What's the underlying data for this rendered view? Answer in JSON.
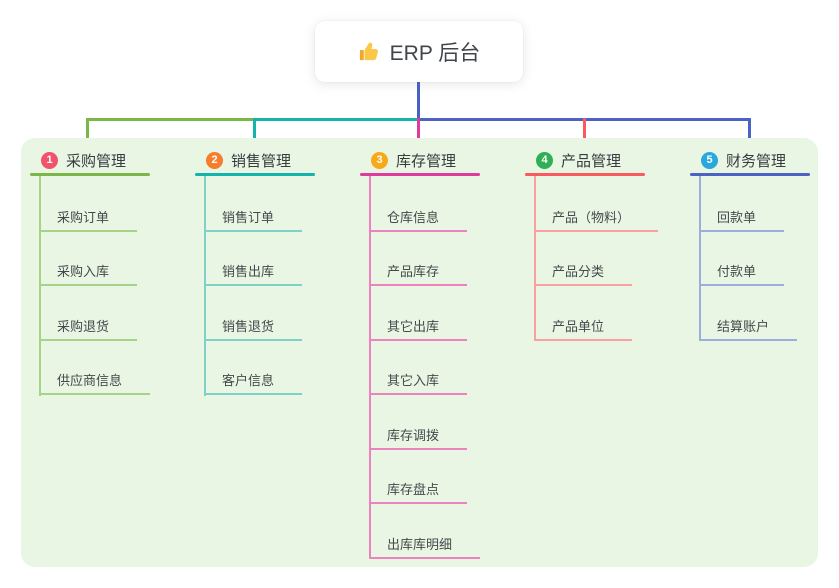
{
  "root": {
    "label": "ERP 后台",
    "icon": "thumbs-up-icon",
    "line_color": "#4a5fc4"
  },
  "panel": {
    "background": "#e9f6e3"
  },
  "branches": [
    {
      "index": "1",
      "label": "采购管理",
      "badge_color": "#f0536a",
      "color": "#7ab648",
      "light_color": "#a5d489",
      "children": [
        "采购订单",
        "采购入库",
        "采购退货",
        "供应商信息"
      ]
    },
    {
      "index": "2",
      "label": "销售管理",
      "badge_color": "#f57d2c",
      "color": "#14b3ab",
      "light_color": "#7fd1c8",
      "children": [
        "销售订单",
        "销售出库",
        "销售退货",
        "客户信息"
      ]
    },
    {
      "index": "3",
      "label": "库存管理",
      "badge_color": "#f8a91a",
      "color": "#df3a9d",
      "light_color": "#ee82c0",
      "children": [
        "仓库信息",
        "产品库存",
        "其它出库",
        "其它入库",
        "库存调拨",
        "库存盘点",
        "出库库明细"
      ]
    },
    {
      "index": "4",
      "label": "产品管理",
      "badge_color": "#2fb055",
      "color": "#f85a5e",
      "light_color": "#f7a2a0",
      "children": [
        "产品（物料）",
        "产品分类",
        "产品单位"
      ]
    },
    {
      "index": "5",
      "label": "财务管理",
      "badge_color": "#2aa7dd",
      "color": "#4c63c4",
      "light_color": "#9baede",
      "children": [
        "回款单",
        "付款单",
        "结算账户"
      ]
    }
  ]
}
